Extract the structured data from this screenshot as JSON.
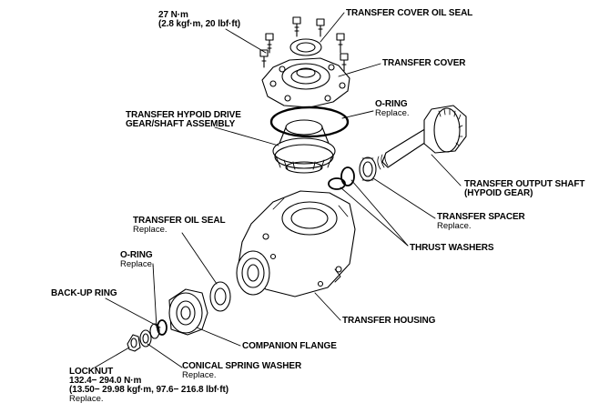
{
  "labels": {
    "torque_top": {
      "lines": [
        "27 N·m",
        "(2.8 kgf·m, 20 lbf·ft)"
      ]
    },
    "cover_oil_seal": {
      "title": "TRANSFER COVER OIL SEAL"
    },
    "transfer_cover": {
      "title": "TRANSFER COVER"
    },
    "hypoid_drive": {
      "lines": [
        "TRANSFER HYPOID DRIVE",
        "GEAR/SHAFT ASSEMBLY"
      ]
    },
    "o_ring_top": {
      "title": "O-RING",
      "note": "Replace."
    },
    "output_shaft": {
      "lines": [
        "TRANSFER OUTPUT SHAFT",
        "(HYPOID GEAR)"
      ]
    },
    "transfer_oil_seal": {
      "title": "TRANSFER OIL SEAL",
      "note": "Replace."
    },
    "transfer_spacer": {
      "title": "TRANSFER SPACER",
      "note": "Replace."
    },
    "thrust_washers": {
      "title": "THRUST WASHERS"
    },
    "o_ring_left": {
      "title": "O-RING",
      "note": "Replace."
    },
    "backup_ring": {
      "title": "BACK-UP RING"
    },
    "transfer_housing": {
      "title": "TRANSFER HOUSING"
    },
    "companion_flange": {
      "title": "COMPANION FLANGE"
    },
    "conical_washer": {
      "title": "CONICAL SPRING WASHER",
      "note": "Replace."
    },
    "locknut": {
      "title": "LOCKNUT",
      "lines": [
        "132.4− 294.0 N·m",
        "(13.50− 29.98 kgf·m, 97.6− 216.8 lbf·ft)"
      ],
      "note": "Replace."
    }
  }
}
